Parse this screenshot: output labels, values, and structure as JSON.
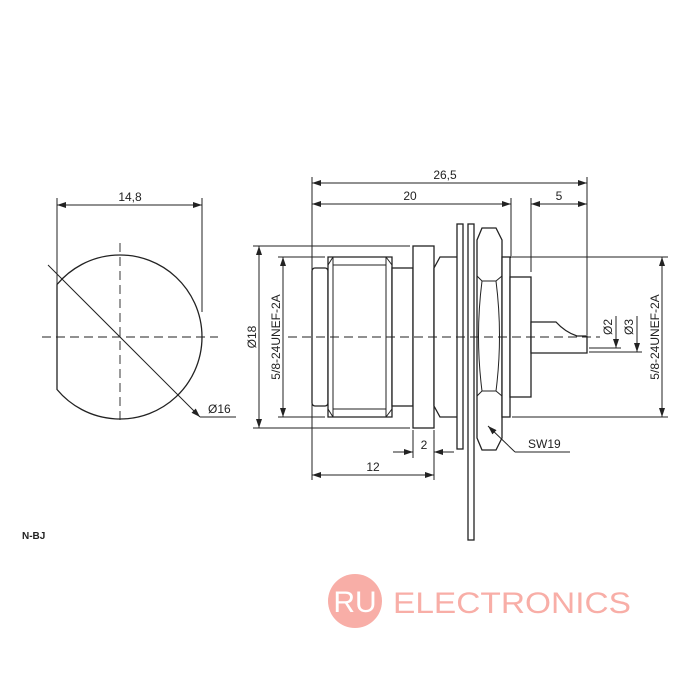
{
  "title": "N-BJ",
  "front_view": {
    "width_label": "14,8",
    "diameter_label": "Ø16"
  },
  "side_view": {
    "overall_length": "26,5",
    "body_length": "20",
    "pin_length": "5",
    "flange_diameter": "Ø18",
    "thread_front": "5/8-24UNEF-2A",
    "thread_rear": "5/8-24UNEF-2A",
    "pin_diameter_small": "Ø2",
    "pin_diameter_large": "Ø3",
    "flange_thickness": "2",
    "front_length": "12",
    "wrench_size": "SW19"
  },
  "logo": {
    "badge": "RU",
    "text": "ELECTRONICS",
    "color": "#f8aaa3"
  }
}
